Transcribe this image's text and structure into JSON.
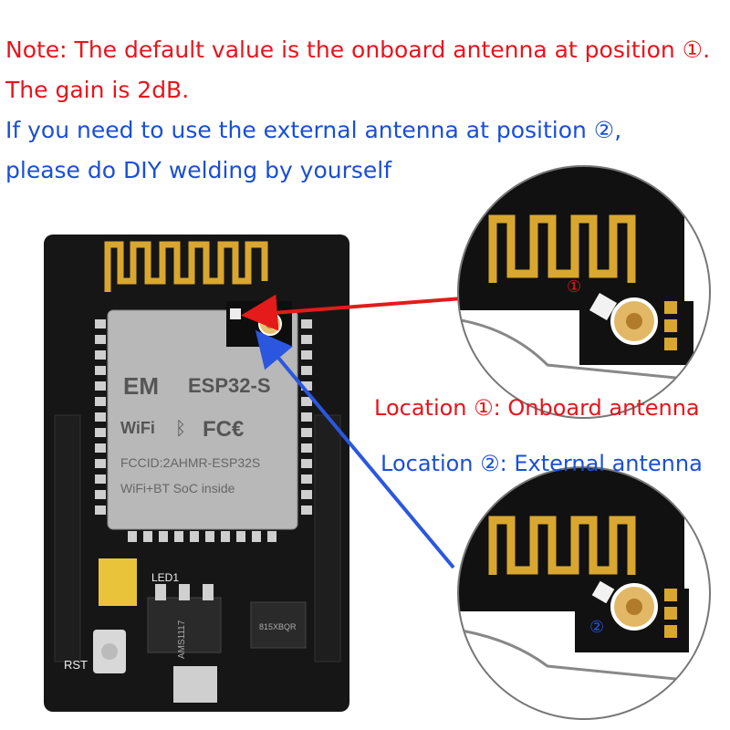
{
  "colors": {
    "red_text": "#e8141c",
    "blue_text": "#1a4fd6",
    "pcb": "#161616",
    "gold": "#d9a72f",
    "module": "#b8b8b8",
    "red_arrow": "#e51a1a",
    "blue_arrow": "#2b57e0"
  },
  "notes": {
    "line1": "Note: The default value is the onboard antenna at position ①.",
    "line2": "The gain is 2dB.",
    "line3": "If you need to use the external antenna at position ②,",
    "line4": "please do DIY welding by yourself"
  },
  "callouts": {
    "location1": "Location ①: Onboard antenna",
    "location2": "Location ②: External antenna"
  },
  "board": {
    "module_brand": "ESP32-S",
    "fcc_id": "FCCID:2AHMR-ESP32S",
    "feature_text": "WiFi+BT SoC inside",
    "wifi_logo": "WiFi",
    "fc_logo": "FC€",
    "led_label": "LED1",
    "reset_label": "RST",
    "regulator_label": "AMS1117",
    "ic_label": "815XBQR"
  },
  "zoom_markers": {
    "marker1": "①",
    "marker2": "②"
  },
  "icons": [
    "bluetooth-icon",
    "ipex-connector-icon",
    "antenna-trace-icon"
  ]
}
